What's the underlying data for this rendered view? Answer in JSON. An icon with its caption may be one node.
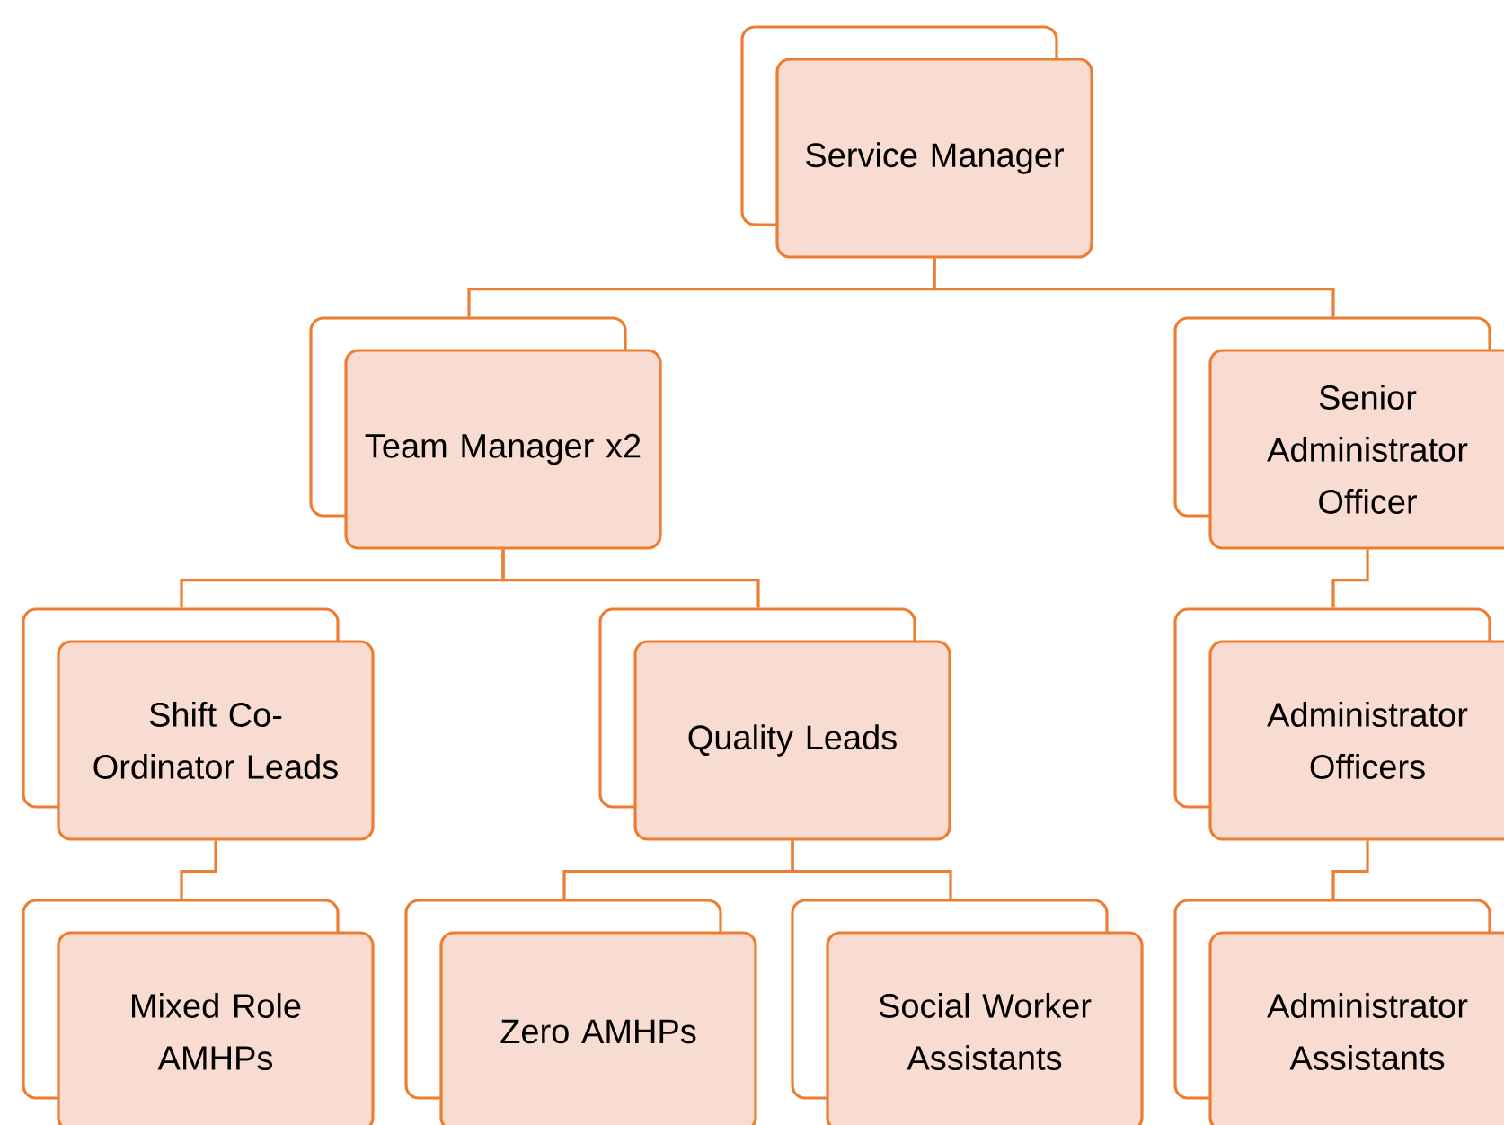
{
  "diagram": {
    "nodes": [
      {
        "text": [
          "Service Manager"
        ]
      },
      {
        "text": [
          "Team Manager x2"
        ]
      },
      {
        "text": [
          "Senior Administrator Officer"
        ]
      },
      {
        "text": [
          "Shift Co-Ordinator Leads"
        ]
      },
      {
        "text": [
          "Quality Leads"
        ]
      },
      {
        "text": [
          "Administrator Officers"
        ]
      },
      {
        "text": [
          "Mixed Role AMHPs"
        ]
      },
      {
        "text": [
          "Zero  AMHPs"
        ]
      },
      {
        "text": [
          "Social Worker Assistants"
        ]
      },
      {
        "text": [
          "Administrator Assistants"
        ]
      }
    ],
    "edges": [
      {
        "from": 0,
        "to": 1,
        "arrow": "none"
      },
      {
        "from": 0,
        "to": 2,
        "arrow": "none"
      },
      {
        "from": 1,
        "to": 3,
        "arrow": "none"
      },
      {
        "from": 1,
        "to": 4,
        "arrow": "none"
      },
      {
        "from": 2,
        "to": 5,
        "arrow": "none"
      },
      {
        "from": 3,
        "to": 6,
        "arrow": "none"
      },
      {
        "from": 4,
        "to": 7,
        "arrow": "none"
      },
      {
        "from": 4,
        "to": 8,
        "arrow": "none"
      },
      {
        "from": 5,
        "to": 9,
        "arrow": "none"
      }
    ]
  }
}
